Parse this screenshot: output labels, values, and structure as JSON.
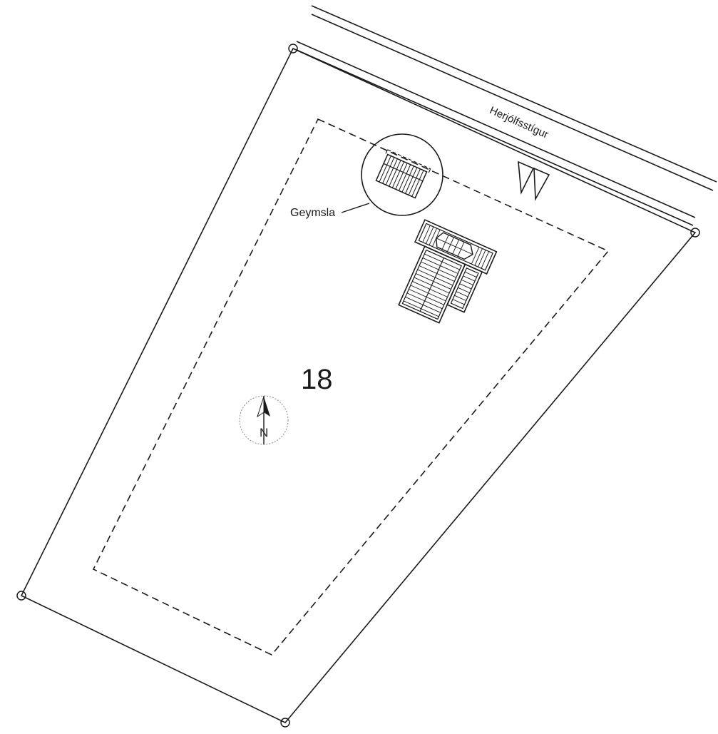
{
  "street": {
    "name": "Herjólfsstígur"
  },
  "lot": {
    "number": "18"
  },
  "storage": {
    "label": "Geymsla"
  },
  "north_arrow": {
    "letter": "N"
  },
  "colors": {
    "ink": "#1a1a1a",
    "background": "#ffffff"
  }
}
